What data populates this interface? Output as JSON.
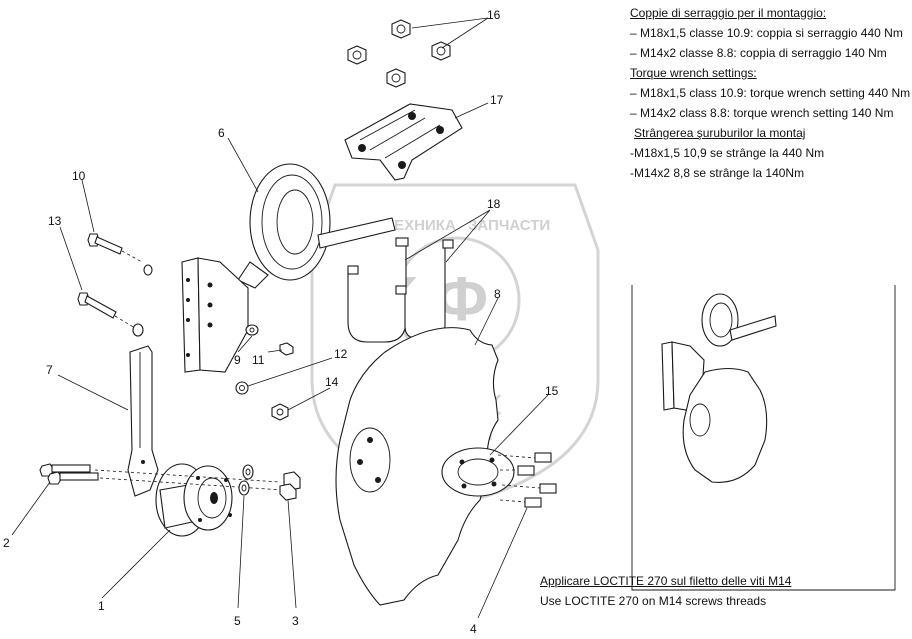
{
  "watermark": {
    "line1": "ТЕХНИКА",
    "line2": "ЗАПЧАСТИ",
    "logo": "ЭЛФ"
  },
  "torque_notes": {
    "italian": {
      "heading": "Coppie di serraggio per il montaggio:",
      "items": [
        "– M18x1,5 classe 10.9: coppia si serraggio 440 Nm",
        "– M14x2 classe 8.8: coppia di serraggio 140 Nm"
      ]
    },
    "english": {
      "heading": "Torque wrench settings:",
      "items": [
        "– M18x1,5 class 10.9: torque wrench setting 440 Nm",
        "– M14x2 class 8.8: torque wrench setting 140 Nm"
      ]
    },
    "romanian": {
      "heading": "Strângerea şuruburilor la montaj",
      "items": [
        "-M18x1,5 10,9 se strânge la 440 Nm",
        "-M14x2 8,8 se strânge la 140Nm"
      ]
    }
  },
  "loctite_notes": {
    "italian": "Applicare LOCTITE 270 sul filetto delle viti M14",
    "english": "Use LOCTITE 270 on M14 screws threads"
  },
  "callouts": [
    "1",
    "2",
    "3",
    "4",
    "5",
    "6",
    "7",
    "8",
    "9",
    "10",
    "11",
    "12",
    "13",
    "14",
    "15",
    "16",
    "17",
    "18"
  ]
}
